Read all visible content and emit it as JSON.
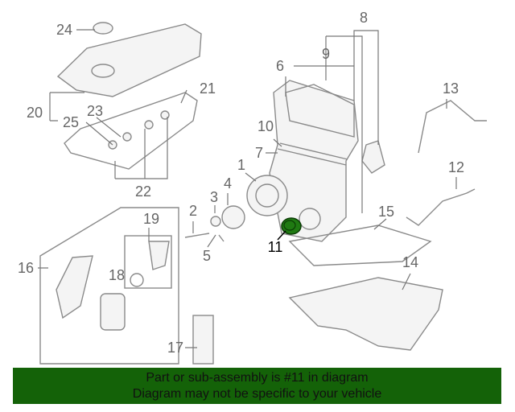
{
  "diagram": {
    "callouts": [
      {
        "id": "24",
        "text": "24"
      },
      {
        "id": "20",
        "text": "20"
      },
      {
        "id": "25",
        "text": "25"
      },
      {
        "id": "23",
        "text": "23"
      },
      {
        "id": "21",
        "text": "21"
      },
      {
        "id": "22",
        "text": "22"
      },
      {
        "id": "19",
        "text": "19"
      },
      {
        "id": "16",
        "text": "16"
      },
      {
        "id": "18",
        "text": "18"
      },
      {
        "id": "17",
        "text": "17"
      },
      {
        "id": "2",
        "text": "2"
      },
      {
        "id": "3",
        "text": "3"
      },
      {
        "id": "4",
        "text": "4"
      },
      {
        "id": "5",
        "text": "5"
      },
      {
        "id": "1",
        "text": "1"
      },
      {
        "id": "6",
        "text": "6"
      },
      {
        "id": "9",
        "text": "9"
      },
      {
        "id": "8",
        "text": "8"
      },
      {
        "id": "10",
        "text": "10"
      },
      {
        "id": "7",
        "text": "7"
      },
      {
        "id": "11",
        "text": "11"
      },
      {
        "id": "13",
        "text": "13"
      },
      {
        "id": "12",
        "text": "12"
      },
      {
        "id": "15",
        "text": "15"
      },
      {
        "id": "14",
        "text": "14"
      }
    ],
    "highlighted_part": "11",
    "highlight_color": "#1f7a12"
  },
  "banner": {
    "line1": "Part or sub-assembly is #11 in diagram",
    "line2": "Diagram may not be specific to your vehicle",
    "color": "#146208"
  }
}
